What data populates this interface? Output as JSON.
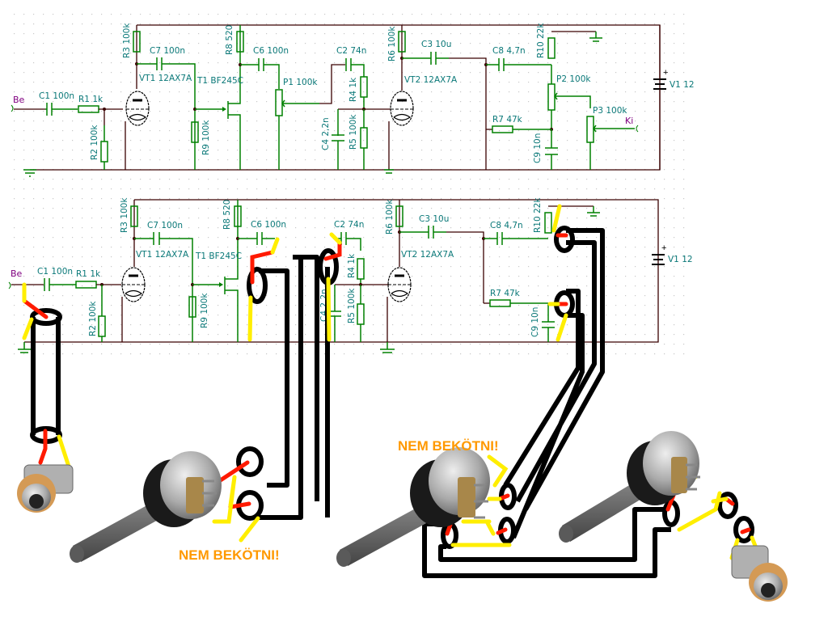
{
  "schematics": [
    {
      "id": "original",
      "ports": {
        "input": "Be",
        "output": "Ki"
      },
      "components": {
        "C1": "C1 100n",
        "R1": "R1 1k",
        "R2": "R2 100k",
        "R3": "R3 100k",
        "C7": "C7 100n",
        "VT1": "VT1 12AX7A",
        "T1": "T1 BF245C",
        "R9": "R9 100k",
        "R8": "R8 520",
        "C6": "C6 100n",
        "P1": "P1 100k",
        "C2": "C2 74n",
        "R4": "R4 1k",
        "C4": "C4 2,2n",
        "R5": "R5 100k",
        "R6": "R6 100k",
        "C3": "C3 10u",
        "VT2": "VT2 12AX7A",
        "C8": "C8 4,7n",
        "R10": "R10 22k",
        "P2": "P2 100k",
        "R7": "R7 47k",
        "C9": "C9 10n",
        "P3": "P3 100k",
        "V1": "V1 12"
      }
    },
    {
      "id": "wiring",
      "ports": {
        "input": "Be"
      },
      "components": {
        "C1": "C1 100n",
        "R1": "R1 1k",
        "R2": "R2 100k",
        "R3": "R3 100k",
        "C7": "C7 100n",
        "VT1": "VT1 12AX7A",
        "T1": "T1 BF245C",
        "R9": "R9 100k",
        "R8": "R8 520",
        "C6": "C6 100n",
        "C2": "C2 74n",
        "R4": "R4 1k",
        "C4": "C4 2,2n",
        "R5": "R5 100k",
        "R6": "R6 100k",
        "C3": "C3 10u",
        "VT2": "VT2 12AX7A",
        "C8": "C8 4,7n",
        "R10": "R10 22k",
        "R7": "R7 47k",
        "C9": "C9 10n",
        "V1": "V1 12"
      }
    }
  ],
  "warnings": [
    "NEM BEKÖTNI!",
    "NEM BEKÖTNI!"
  ],
  "battery_polarity": "+",
  "parts": [
    "input-jack",
    "pot-P1",
    "pot-P2",
    "pot-P3",
    "output-jack"
  ],
  "colors": {
    "wire": "#3a0000",
    "component": "#008000",
    "label": "#0a7878",
    "port": "#800080",
    "hot": "#ff1a00",
    "ground": "#ffee00",
    "shield": "#000000",
    "warning": "#ff9900"
  }
}
